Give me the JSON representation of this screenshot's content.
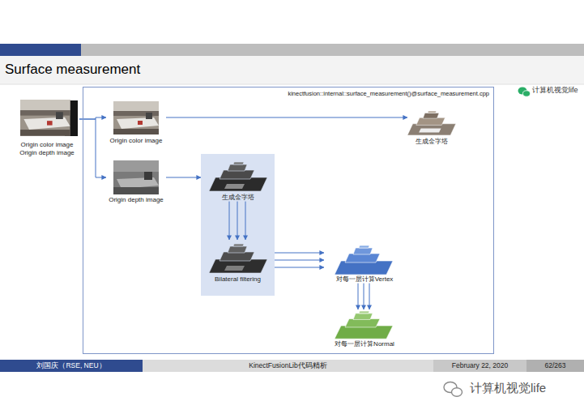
{
  "diagram": {
    "title": "Surface measurement",
    "nodes": [
      {
        "text": [
          "kinectfusion::internal::surface_measurement()@surface_measurement.cpp"
        ]
      },
      {
        "text": [
          "Origin color image",
          "Origin depth image"
        ]
      },
      {
        "text": [
          "Origin color image"
        ],
        "in": 0
      },
      {
        "text": [
          "生成金字塔"
        ],
        "in": 0
      },
      {
        "text": [
          "Origin depth image"
        ],
        "in": 0
      },
      {
        "text": [],
        "in": 0
      },
      {
        "text": [
          "生成金字塔"
        ],
        "in": 5
      },
      {
        "text": [
          "Bilateral filtering"
        ],
        "in": 5
      },
      {
        "text": [
          "对每一层计算Vertex"
        ],
        "in": 0
      },
      {
        "text": [
          "对每一层计算Normal"
        ],
        "in": 0
      }
    ],
    "edges": [
      {
        "from": 1,
        "to": 2,
        "arrow": "to"
      },
      {
        "from": 1,
        "to": 4,
        "arrow": "to"
      },
      {
        "from": 2,
        "to": 3,
        "arrow": "to"
      },
      {
        "from": 4,
        "to": 5,
        "arrow": "to"
      },
      {
        "from": 6,
        "to": 7,
        "arrow": "to"
      },
      {
        "from": 6,
        "to": 7,
        "arrow": "to"
      },
      {
        "from": 6,
        "to": 7,
        "arrow": "to"
      },
      {
        "from": 5,
        "to": 8,
        "arrow": "to"
      },
      {
        "from": 5,
        "to": 8,
        "arrow": "to"
      },
      {
        "from": 5,
        "to": 8,
        "arrow": "to"
      },
      {
        "from": 8,
        "to": 9,
        "arrow": "to"
      },
      {
        "from": 8,
        "to": 9,
        "arrow": "to"
      },
      {
        "from": 8,
        "to": 9,
        "arrow": "to"
      }
    ],
    "labels": [
      "计算机视觉life",
      "刘国庆（RSE, NEU）",
      "KinectFusionLib代码精析",
      "February 22, 2020",
      "62/263",
      "计算机视觉life"
    ]
  }
}
